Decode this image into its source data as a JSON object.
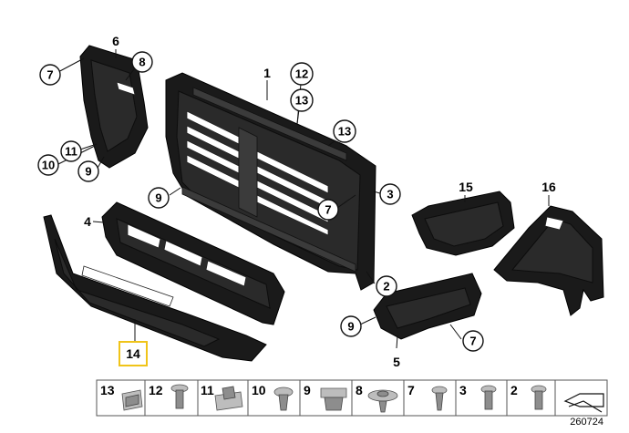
{
  "callouts": {
    "c1": "1",
    "c2": "2",
    "c3": "3",
    "c4": "4",
    "c5": "5",
    "c6": "6",
    "c7a": "7",
    "c7b": "7",
    "c7c": "7",
    "c8": "8",
    "c9a": "9",
    "c9b": "9",
    "c9c": "9",
    "c10": "10",
    "c11": "11",
    "c12": "12",
    "c13a": "13",
    "c13b": "13",
    "c14": "14",
    "c15": "15",
    "c16": "16"
  },
  "highlight_color": "#f0c419",
  "hardware_strip": [
    "13",
    "12",
    "11",
    "10",
    "9",
    "8",
    "7",
    "3",
    "2"
  ],
  "reference_number": "260724"
}
